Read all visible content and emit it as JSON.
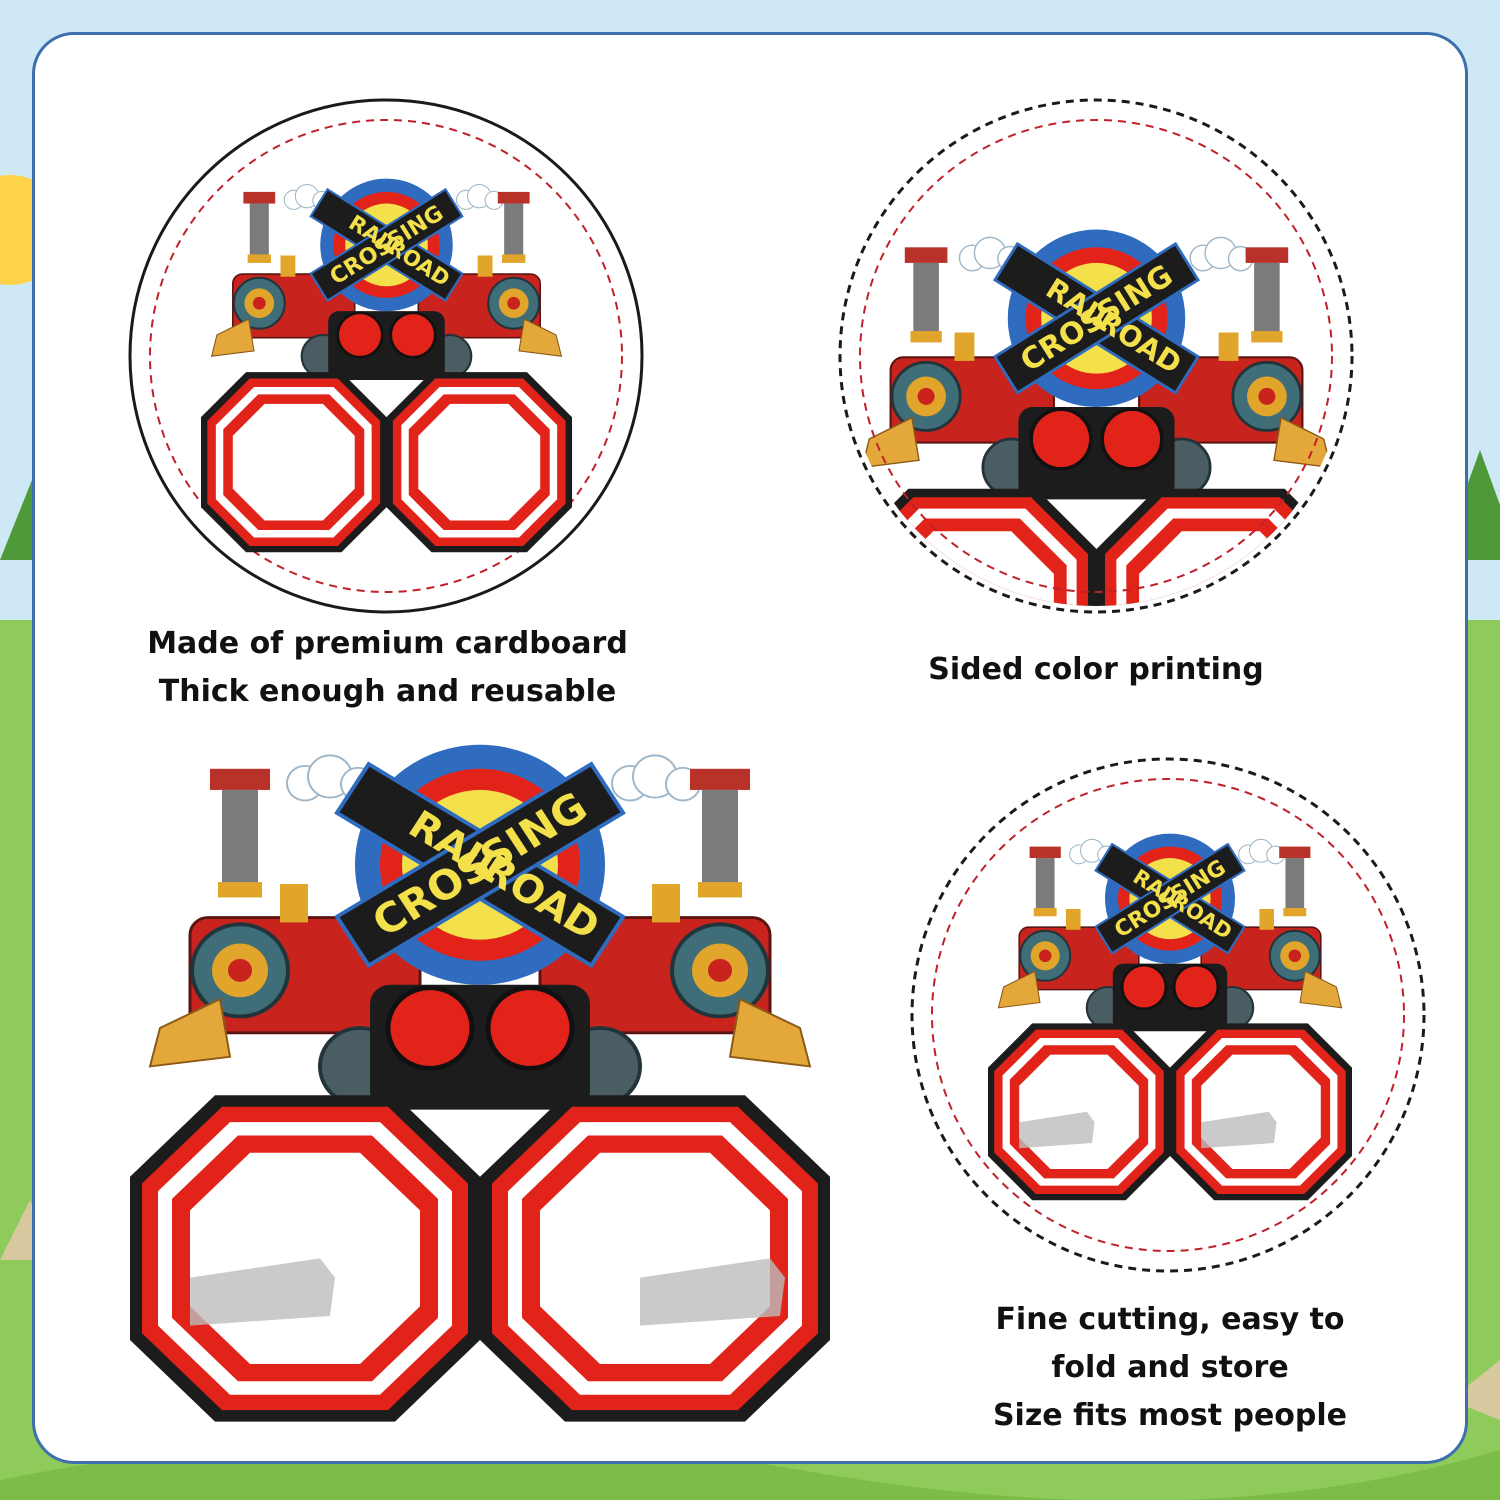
{
  "captions": {
    "top_left": [
      "Made of premium cardboard",
      "Thick enough and reusable"
    ],
    "top_right": "Sided color printing",
    "bottom_right": [
      "Fine cutting, easy to",
      "fold and store",
      "Size fits most people"
    ]
  },
  "sign": {
    "word_a": "RAIL",
    "word_b": "CROSSING",
    "word_c": "ROAD"
  },
  "colors": {
    "card_border": "#3d6fae",
    "frame_red": "#e2231a",
    "sign_black": "#1c1c1c",
    "sign_yellow": "#f3e04a",
    "target_blue": "#2f6cc0",
    "background_green": "#8fcb5a"
  }
}
